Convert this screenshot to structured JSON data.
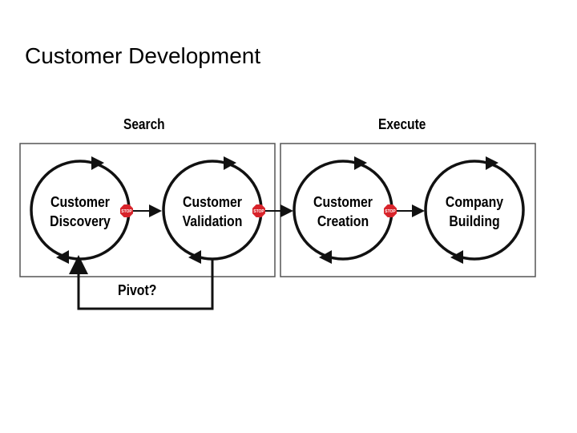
{
  "title": "Customer Development",
  "phases": {
    "search": "Search",
    "execute": "Execute"
  },
  "steps": [
    {
      "line1": "Customer",
      "line2": "Discovery"
    },
    {
      "line1": "Customer",
      "line2": "Validation"
    },
    {
      "line1": "Customer",
      "line2": "Creation"
    },
    {
      "line1": "Company",
      "line2": "Building"
    }
  ],
  "stop_sign": "STOP",
  "pivot": "Pivot?",
  "colors": {
    "stop": "#d8232a",
    "stroke": "#111111",
    "box": "#555555"
  }
}
